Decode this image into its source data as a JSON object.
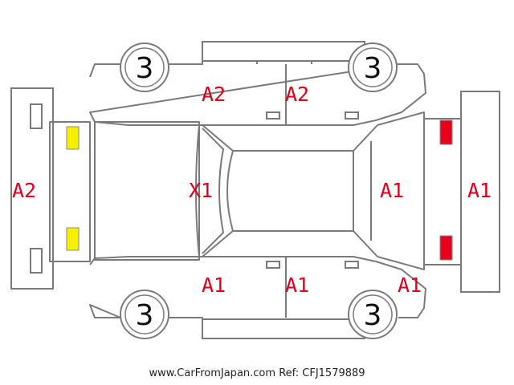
{
  "labels": {
    "front_bumper": "A2",
    "hood": "X1",
    "left_front_door": "A2",
    "left_rear_door": "A2",
    "right_front_door": "A1",
    "right_rear_door": "A1",
    "right_rear_quarter": "A1",
    "rear_glass": "A1",
    "rear_bumper": "A1"
  },
  "wheels": {
    "front_left": "3",
    "rear_left": "3",
    "front_right": "3",
    "rear_right": "3"
  },
  "colors": {
    "front_lamps": "#f4f000",
    "rear_lamps": "#e8001c",
    "label_text": "#e0001b",
    "outline": "#7a7a7a"
  },
  "footer": {
    "site": "www.CarFromJapan.com",
    "ref": "Ref: CFJ1579889"
  }
}
